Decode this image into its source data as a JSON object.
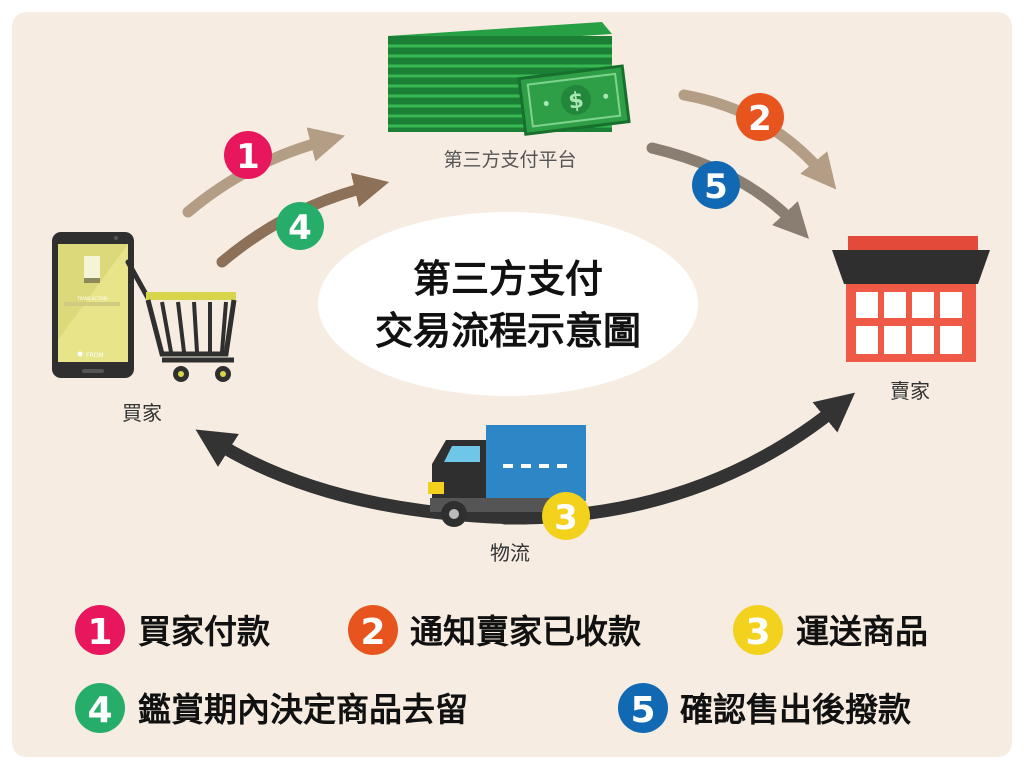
{
  "diagram": {
    "title_line1": "第三方支付",
    "title_line2": "交易流程示意圖",
    "nodes": {
      "platform": "第三方支付平台",
      "buyer": "買家",
      "seller": "賣家",
      "logistics": "物流"
    },
    "phone_screen": {
      "label": "TRANS ACTION",
      "from": "FROM"
    },
    "money_symbol": "$",
    "steps": [
      {
        "num": "1",
        "label": "買家付款",
        "color": "#e8175d"
      },
      {
        "num": "2",
        "label": "通知賣家已收款",
        "color": "#e8541e"
      },
      {
        "num": "3",
        "label": "運送商品",
        "color": "#f2d21c"
      },
      {
        "num": "4",
        "label": "鑑賞期內決定商品去留",
        "color": "#26ad6a"
      },
      {
        "num": "5",
        "label": "確認售出後撥款",
        "color": "#1169b4"
      }
    ]
  },
  "colors": {
    "background": "#f6ece2",
    "arrow_light": "#b39d85",
    "arrow_mid": "#8c7057",
    "arrow_grey": "#8a7e73",
    "arrow_dark": "#333333",
    "cash": "#1e8f3a",
    "shop_red": "#ee5a45",
    "shop_roof": "#2f2f2f",
    "truck_blue": "#2d86c6",
    "cart_yellow": "#d9d54a"
  }
}
